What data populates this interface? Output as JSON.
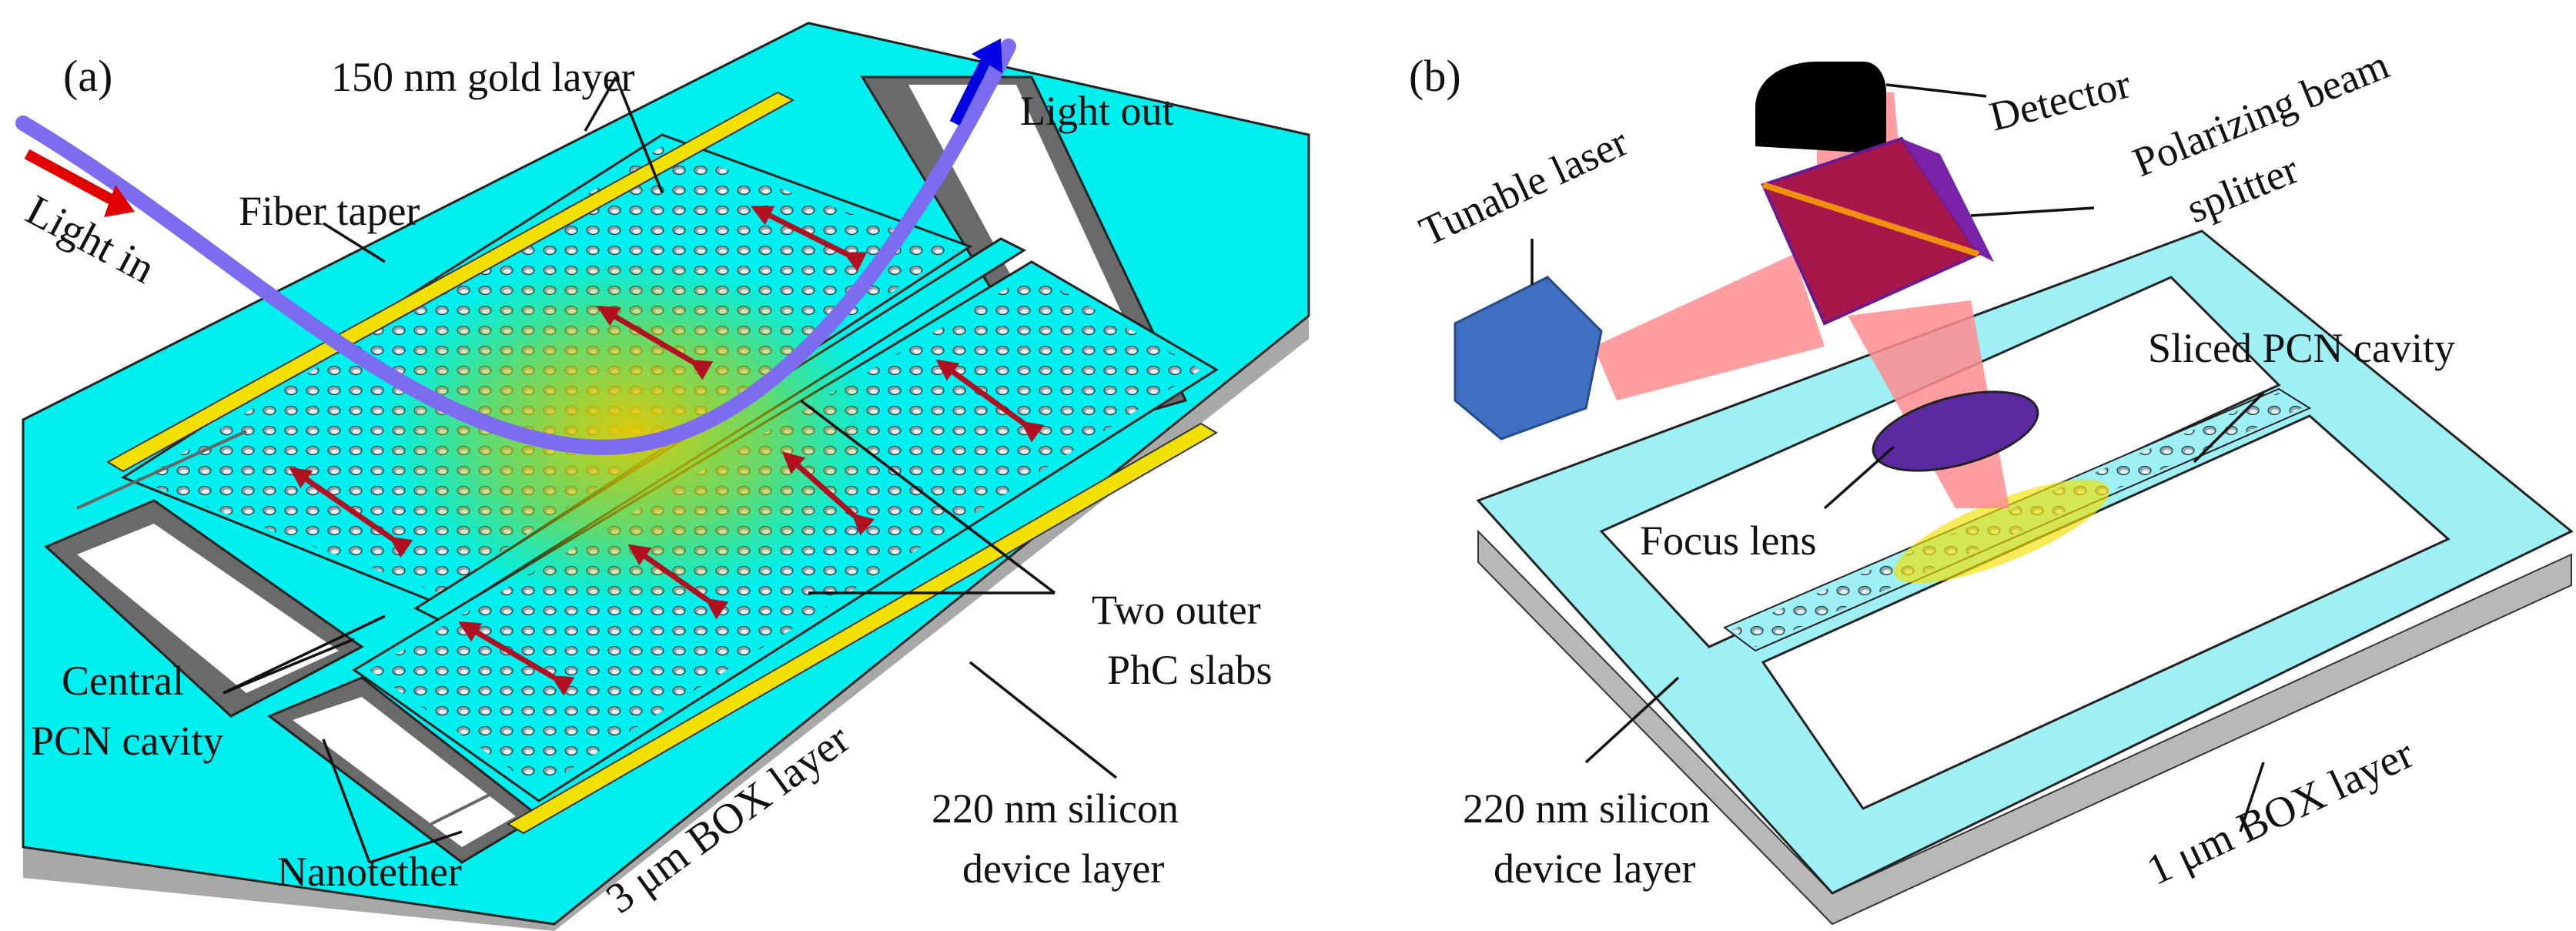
{
  "figure": {
    "panel_a": {
      "tag": "(a)",
      "gold_layer": "150 nm gold layer",
      "light_out": "Light out",
      "light_in": "Light in",
      "fiber_taper": "Fiber taper",
      "two_outer_1": "Two outer",
      "two_outer_2": "PhC slabs",
      "central_1": "Central",
      "central_2": "PCN cavity",
      "box_layer": "3 μm BOX layer",
      "silicon_1": "220 nm silicon",
      "silicon_2": "device layer",
      "nanotether": "Nanotether"
    },
    "panel_b": {
      "tag": "(b)",
      "detector": "Detector",
      "pbs_1": "Polarizing beam",
      "pbs_2": "splitter",
      "tunable_laser": "Tunable laser",
      "sliced_cavity": "Sliced PCN cavity",
      "focus_lens": "Focus lens",
      "silicon_1": "220 nm silicon",
      "silicon_2": "device layer",
      "box_layer": "1 μm BOX layer"
    },
    "colors": {
      "silicon": "#00f0f0",
      "silicon_light": "#9ff0f4",
      "box": "#c8c8c8",
      "gold": "#f2e000",
      "fiber": "#7b6cf0",
      "arrow": "#b01020",
      "laser_box": "#3f6fc0",
      "beam": "#ff8c90",
      "splitter": "#a8174a",
      "lens": "#5b2aa0"
    }
  }
}
